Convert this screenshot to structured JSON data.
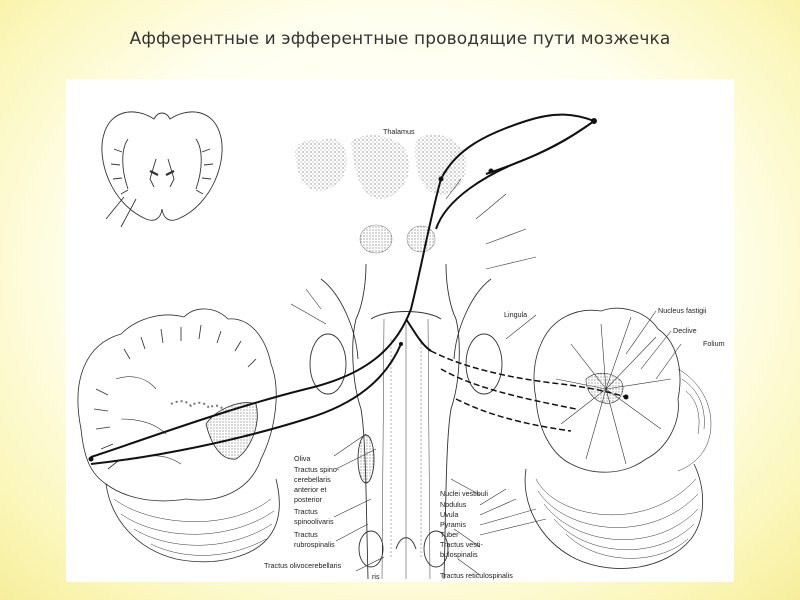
{
  "slide": {
    "title": "Афферентные и эфферентные проводящие пути мозжечка"
  },
  "figure": {
    "labels": {
      "thalamus": "Thalamus",
      "lingula": "Lingula",
      "nucleus_fastigii": "Nucleus fastigii",
      "declive": "Declive",
      "folium": "Folium",
      "oliva": "Oliva",
      "tract_spinocerebellaris_1": "Tractus spino-",
      "tract_spinocerebellaris_2": "cerebellaris",
      "tract_spinocerebellaris_3": "anterior et",
      "tract_spinocerebellaris_4": "posterior",
      "tract_spinoolivaris_1": "Tractus",
      "tract_spinoolivaris_2": "spinoolivaris",
      "tract_rubrospinalis_1": "Tractus",
      "tract_rubrospinalis_2": "rubrospinalis",
      "tract_olivocerebellaris": "Tractus olivocerebellaris",
      "ris": "ris",
      "nuclei_vestibuli": "Nuclei vestibuli",
      "nodulus": "Nodulus",
      "uvula": "Uvula",
      "pyramis": "Pyramis",
      "tuber": "Tuber",
      "tract_vestibulospinalis_1": "Tractus vesti-",
      "tract_vestibulospinalis_2": "bulospinalis",
      "tract_reticulospinalis": "Tractus reticulospinalis"
    }
  }
}
